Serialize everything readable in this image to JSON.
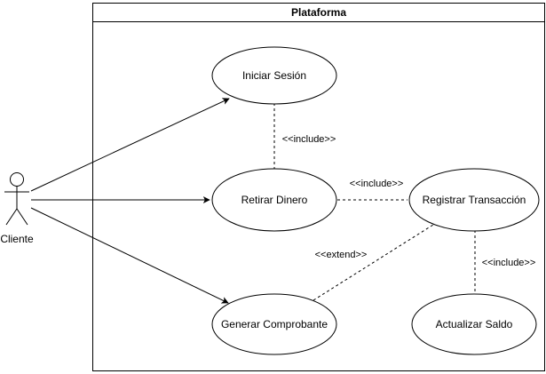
{
  "system": {
    "title": "Plataforma"
  },
  "actor": {
    "label": "Cliente"
  },
  "use_cases": {
    "iniciar_sesion": "Iniciar Sesión",
    "retirar_dinero": "Retirar Dinero",
    "registrar_transaccion": "Registrar Transacción",
    "generar_comprobante": "Generar Comprobante",
    "actualizar_saldo": "Actualizar Saldo"
  },
  "relationships": {
    "include_login": "<<include>>",
    "include_registro": "<<include>>",
    "extend_comprobante": "<<extend>>",
    "include_saldo": "<<include>>"
  },
  "colors": {
    "stroke": "#000000",
    "background": "#ffffff"
  }
}
